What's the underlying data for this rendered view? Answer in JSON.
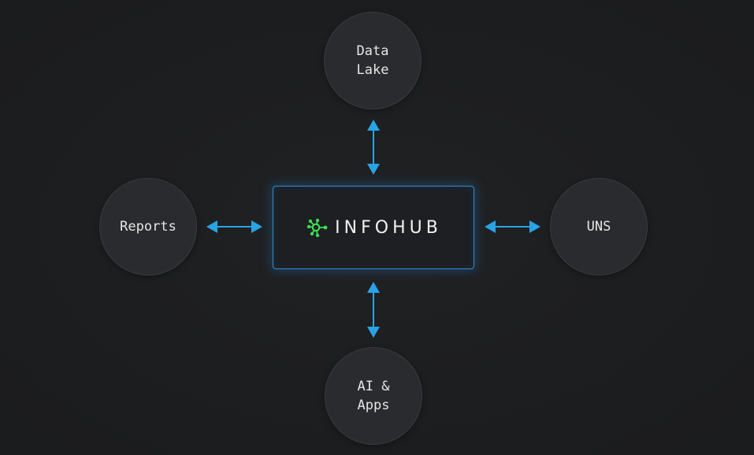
{
  "hub": {
    "label": "INFOHUB",
    "logo_icon": "network-node-icon",
    "logo_color": "#3ddc54",
    "border_color": "#2e8fd0"
  },
  "nodes": {
    "top": {
      "label": "Data\nLake"
    },
    "left": {
      "label": "Reports"
    },
    "right": {
      "label": "UNS"
    },
    "bottom": {
      "label": "AI &\nApps"
    }
  },
  "arrows": {
    "color": "#2aa3e6",
    "style": "bidirectional"
  }
}
